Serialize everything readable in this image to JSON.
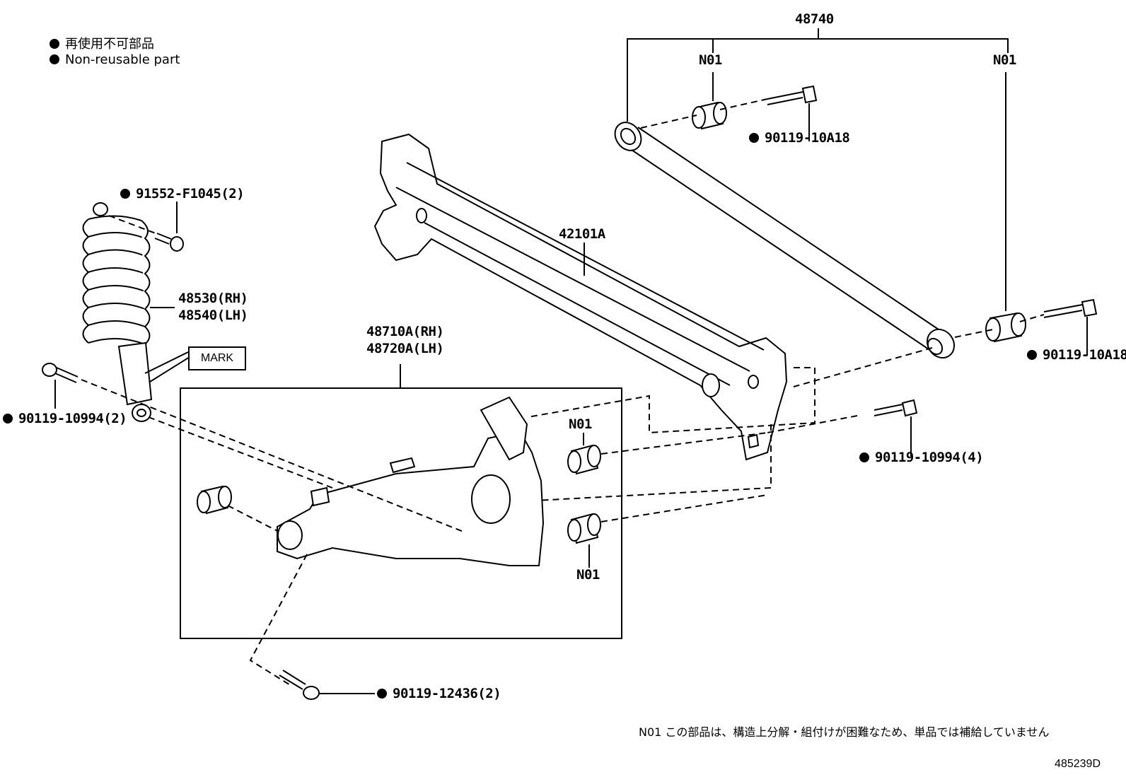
{
  "legend": {
    "line_jp": "再使用不可部品",
    "line_en": "Non-reusable part"
  },
  "labels": {
    "p48740": "48740",
    "n01_top_left": "N01",
    "n01_top_right": "N01",
    "bolt_10a18_top": "90119-10A18",
    "bolt_10a18_right": "90119-10A18",
    "p42101a": "42101A",
    "bolt_f1045": "91552-F1045(2)",
    "shock_rh": "48530(RH)",
    "shock_lh": "48540(LH)",
    "mark": "MARK",
    "bolt_10994_2": "90119-10994(2)",
    "arm_rh": "48710A(RH)",
    "arm_lh": "48720A(LH)",
    "n01_mid": "N01",
    "n01_bottom": "N01",
    "bolt_10994_4": "90119-10994(4)",
    "bolt_12436": "90119-12436(2)"
  },
  "note": "N01 この部品は、構造上分解・組付けが困難なため、単品では補給していません",
  "illustration_id": "485239D"
}
